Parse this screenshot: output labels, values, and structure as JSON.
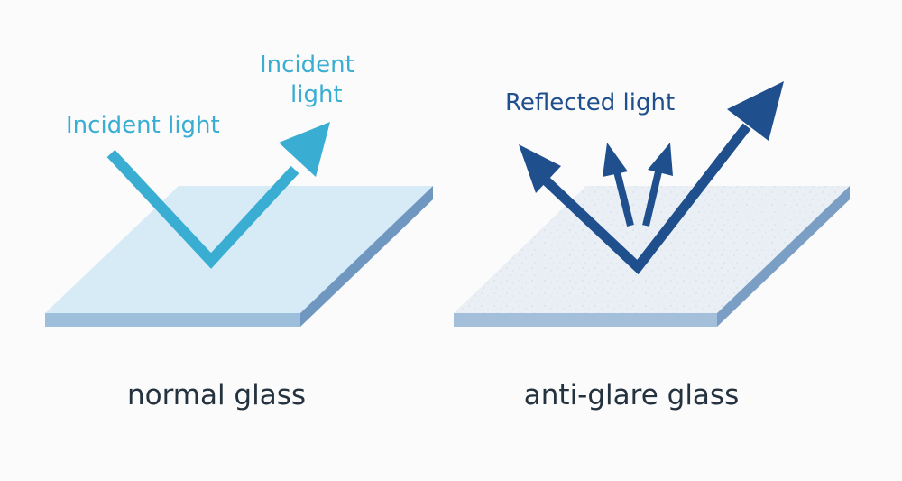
{
  "colors": {
    "background": "#fbfbfb",
    "normal_glass_top": "#d6ebf6",
    "normal_glass_front": "#9dbfdc",
    "normal_glass_side": "#6f97c0",
    "antiglare_top": "#e9eff4",
    "antiglare_front": "#a3bfda",
    "antiglare_side": "#7b9fc4",
    "incident_arrow": "#3aaed2",
    "reflected_arrow": "#1f4f8d",
    "caption_text": "#24323f"
  },
  "normal_glass": {
    "caption": "normal glass",
    "label_incident_left": "Incident light",
    "label_incident_right_line1": "Incident",
    "label_incident_right_line2": "light"
  },
  "antiglare_glass": {
    "caption": "anti-glare glass",
    "label_reflected": "Reflected light"
  }
}
